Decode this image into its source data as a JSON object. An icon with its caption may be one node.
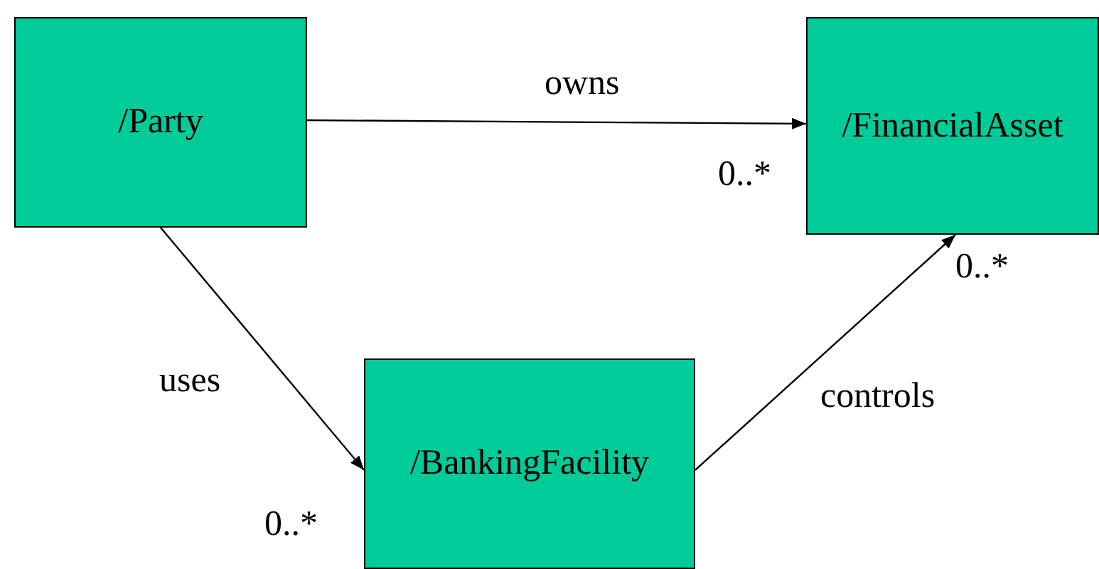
{
  "diagram": {
    "nodes": [
      {
        "text": [
          "/Party"
        ]
      },
      {
        "text": [
          "/FinancialAsset"
        ]
      },
      {
        "text": [
          "/BankingFacility"
        ]
      }
    ],
    "edges": [
      {
        "from": 0,
        "to": 1,
        "arrow": "to",
        "label": "owns"
      },
      {
        "from": 0,
        "to": 2,
        "arrow": "to",
        "label": "uses"
      },
      {
        "from": 2,
        "to": 1,
        "arrow": "to",
        "label": "controls"
      }
    ],
    "labels": [
      "0..*",
      "0..*",
      "0..*"
    ]
  }
}
